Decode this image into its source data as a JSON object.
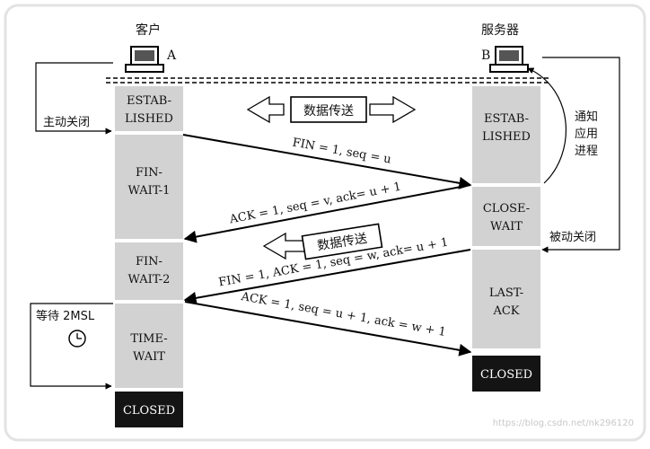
{
  "hosts": {
    "client": {
      "name": "客户",
      "letter": "A"
    },
    "server": {
      "name": "服务器",
      "letter": "B"
    }
  },
  "side_labels": {
    "active_close": "主动关闭",
    "notify_app": [
      "通知",
      "应用",
      "进程"
    ],
    "passive_close": "被动关闭",
    "wait_2msl": "等待 2MSL"
  },
  "client_states": [
    {
      "lines": [
        "ESTAB-",
        "LISHED"
      ]
    },
    {
      "lines": [
        "FIN-",
        "WAIT-1"
      ]
    },
    {
      "lines": [
        "FIN-",
        "WAIT-2"
      ]
    },
    {
      "lines": [
        "TIME-",
        "WAIT"
      ]
    },
    {
      "lines": [
        "CLOSED"
      ]
    }
  ],
  "server_states": [
    {
      "lines": [
        "ESTAB-",
        "LISHED"
      ]
    },
    {
      "lines": [
        "CLOSE-",
        "WAIT"
      ]
    },
    {
      "lines": [
        "LAST-",
        "ACK"
      ]
    },
    {
      "lines": [
        "CLOSED"
      ]
    }
  ],
  "data_transfer": [
    "数据传送",
    "数据传送"
  ],
  "messages": [
    "FIN = 1, seq = u",
    "ACK = 1, seq = v, ack= u + 1",
    "FIN = 1, ACK = 1, seq = w, ack= u + 1",
    "ACK = 1, seq = u + 1, ack = w + 1"
  ],
  "watermark": "https://blog.csdn.net/nk296120",
  "colors": {
    "state_bg": "#d2d2d2",
    "closed_bg": "#141414",
    "line": "#000000"
  }
}
